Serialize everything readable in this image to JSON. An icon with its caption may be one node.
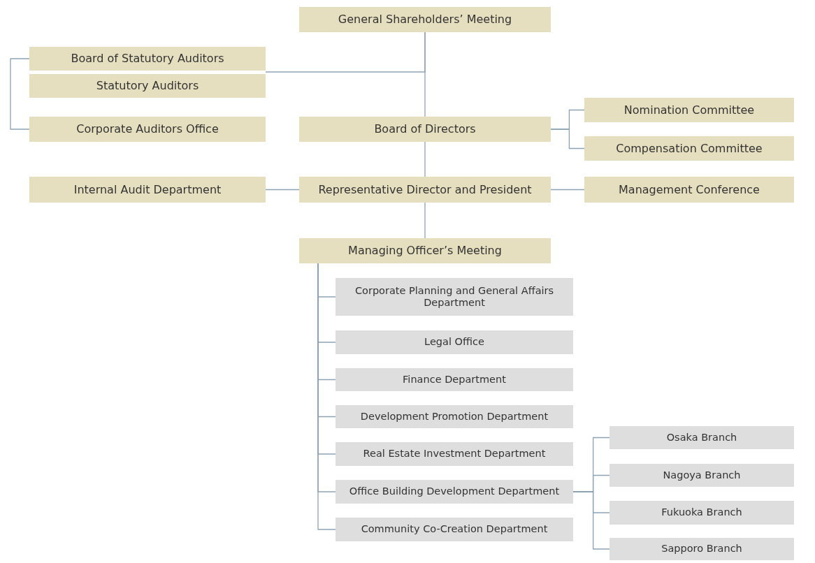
{
  "diagram": {
    "nodes": [
      {
        "text": [
          "General Shareholders’ Meeting"
        ]
      },
      {
        "text": [
          "Board of Statutory Auditors"
        ]
      },
      {
        "text": [
          "Statutory Auditors"
        ]
      },
      {
        "text": [
          "Corporate Auditors Office"
        ]
      },
      {
        "text": [
          "Board of Directors"
        ]
      },
      {
        "text": [
          "Nomination Committee"
        ]
      },
      {
        "text": [
          "Compensation Committee"
        ]
      },
      {
        "text": [
          "Internal Audit Department"
        ]
      },
      {
        "text": [
          "Representative Director and President"
        ]
      },
      {
        "text": [
          "Management Conference"
        ]
      },
      {
        "text": [
          "Managing Officer’s Meeting"
        ]
      },
      {
        "text": [
          "Corporate Planning and General Affairs Department"
        ]
      },
      {
        "text": [
          "Legal Office"
        ]
      },
      {
        "text": [
          "Finance Department"
        ]
      },
      {
        "text": [
          "Development Promotion Department"
        ]
      },
      {
        "text": [
          "Real Estate Investment Department"
        ]
      },
      {
        "text": [
          "Office Building Development Department"
        ]
      },
      {
        "text": [
          "Community Co-Creation Department"
        ]
      },
      {
        "text": [
          "Osaka Branch"
        ]
      },
      {
        "text": [
          "Nagoya Branch"
        ]
      },
      {
        "text": [
          "Fukuoka Branch"
        ]
      },
      {
        "text": [
          "Sapporo Branch"
        ]
      }
    ],
    "edges": [
      {
        "from": 0,
        "to": 4,
        "arrow": "none"
      },
      {
        "from": 0,
        "to": 1,
        "arrow": "none"
      },
      {
        "from": 1,
        "to": 3,
        "arrow": "none"
      },
      {
        "from": 4,
        "to": 5,
        "arrow": "none"
      },
      {
        "from": 4,
        "to": 6,
        "arrow": "none"
      },
      {
        "from": 4,
        "to": 8,
        "arrow": "none"
      },
      {
        "from": 8,
        "to": 7,
        "arrow": "none"
      },
      {
        "from": 8,
        "to": 9,
        "arrow": "none"
      },
      {
        "from": 8,
        "to": 10,
        "arrow": "none"
      },
      {
        "from": 10,
        "to": 11,
        "arrow": "none"
      },
      {
        "from": 10,
        "to": 12,
        "arrow": "none"
      },
      {
        "from": 10,
        "to": 13,
        "arrow": "none"
      },
      {
        "from": 10,
        "to": 14,
        "arrow": "none"
      },
      {
        "from": 10,
        "to": 15,
        "arrow": "none"
      },
      {
        "from": 10,
        "to": 16,
        "arrow": "none"
      },
      {
        "from": 10,
        "to": 17,
        "arrow": "none"
      },
      {
        "from": 16,
        "to": 18,
        "arrow": "none"
      },
      {
        "from": 16,
        "to": 19,
        "arrow": "none"
      },
      {
        "from": 16,
        "to": 20,
        "arrow": "none"
      },
      {
        "from": 16,
        "to": 21,
        "arrow": "none"
      }
    ]
  }
}
